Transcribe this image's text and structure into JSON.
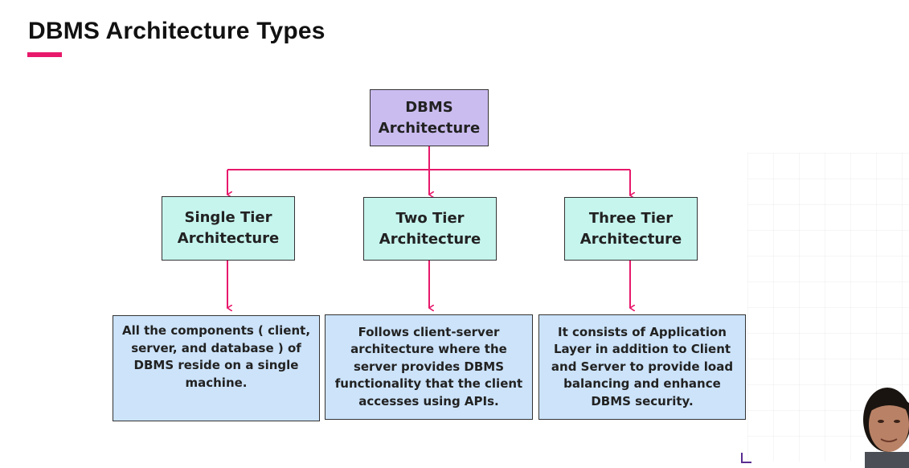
{
  "slide": {
    "title": "DBMS Architecture Types",
    "accent_color": "#e8196b"
  },
  "diagram": {
    "root": {
      "label_line1": "DBMS",
      "label_line2": "Architecture",
      "fill": "#cbbcf0"
    },
    "tiers": [
      {
        "label_line1": "Single Tier",
        "label_line2": "Architecture",
        "description": "All the components ( client, server, and database ) of DBMS reside on a single machine."
      },
      {
        "label_line1": "Two Tier",
        "label_line2": "Architecture",
        "description": "Follows client-server architecture where the server provides DBMS functionality that the client accesses using APIs."
      },
      {
        "label_line1": "Three Tier",
        "label_line2": "Architecture",
        "description": "It consists of Application Layer in addition to Client and Server to provide load balancing and enhance DBMS security."
      }
    ],
    "tier_fill": "#c6f5ee",
    "description_fill": "#cce3fa",
    "connector_color": "#e8196b"
  }
}
